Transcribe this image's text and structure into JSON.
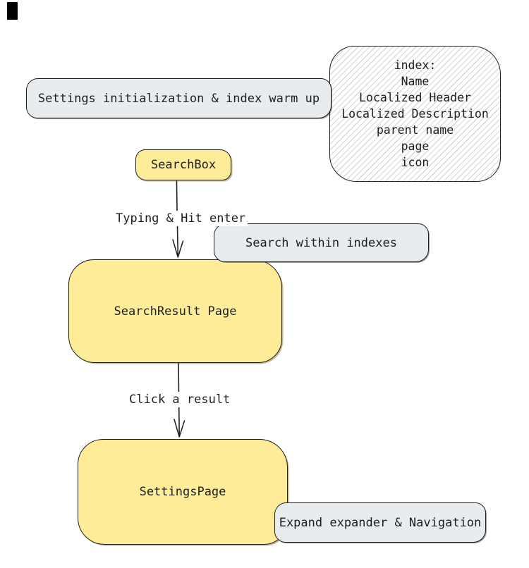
{
  "diagram": {
    "nodes": {
      "settings_init": {
        "label": "Settings initialization & index warm up"
      },
      "index_box": {
        "lines": [
          "index:",
          "Name",
          "Localized Header",
          "Localized Description",
          "parent name",
          "page",
          "icon"
        ]
      },
      "searchbox": {
        "label": "SearchBox"
      },
      "search_within": {
        "label": "Search within indexes"
      },
      "searchresult": {
        "label": "SearchResult Page"
      },
      "settingspage": {
        "label": "SettingsPage"
      },
      "expand_nav": {
        "label": "Expand expander & Navigation"
      }
    },
    "edges": {
      "typing": {
        "label": "Typing & Hit enter"
      },
      "click": {
        "label": "Click a result"
      }
    }
  },
  "colors": {
    "yellow": "#ffec99",
    "gray": "#e9ecef",
    "stroke": "#1e1e1e",
    "hatch": "#d9d9d9"
  }
}
